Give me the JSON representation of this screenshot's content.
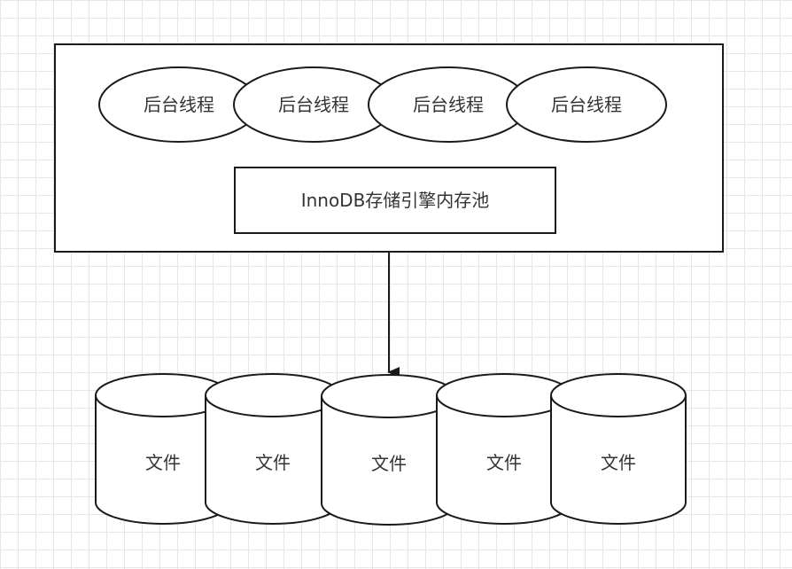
{
  "diagram": {
    "threads": [
      {
        "label": "后台线程"
      },
      {
        "label": "后台线程"
      },
      {
        "label": "后台线程"
      },
      {
        "label": "后台线程"
      }
    ],
    "buffer_pool": {
      "label": "InnoDB存储引擎内存池"
    },
    "files": [
      {
        "label": "文件"
      },
      {
        "label": "文件"
      },
      {
        "label": "文件"
      },
      {
        "label": "文件"
      },
      {
        "label": "文件"
      }
    ],
    "colors": {
      "stroke": "#1a1a1a",
      "fill": "#ffffff",
      "grid": "#e6e6e6",
      "text": "#333333"
    }
  }
}
